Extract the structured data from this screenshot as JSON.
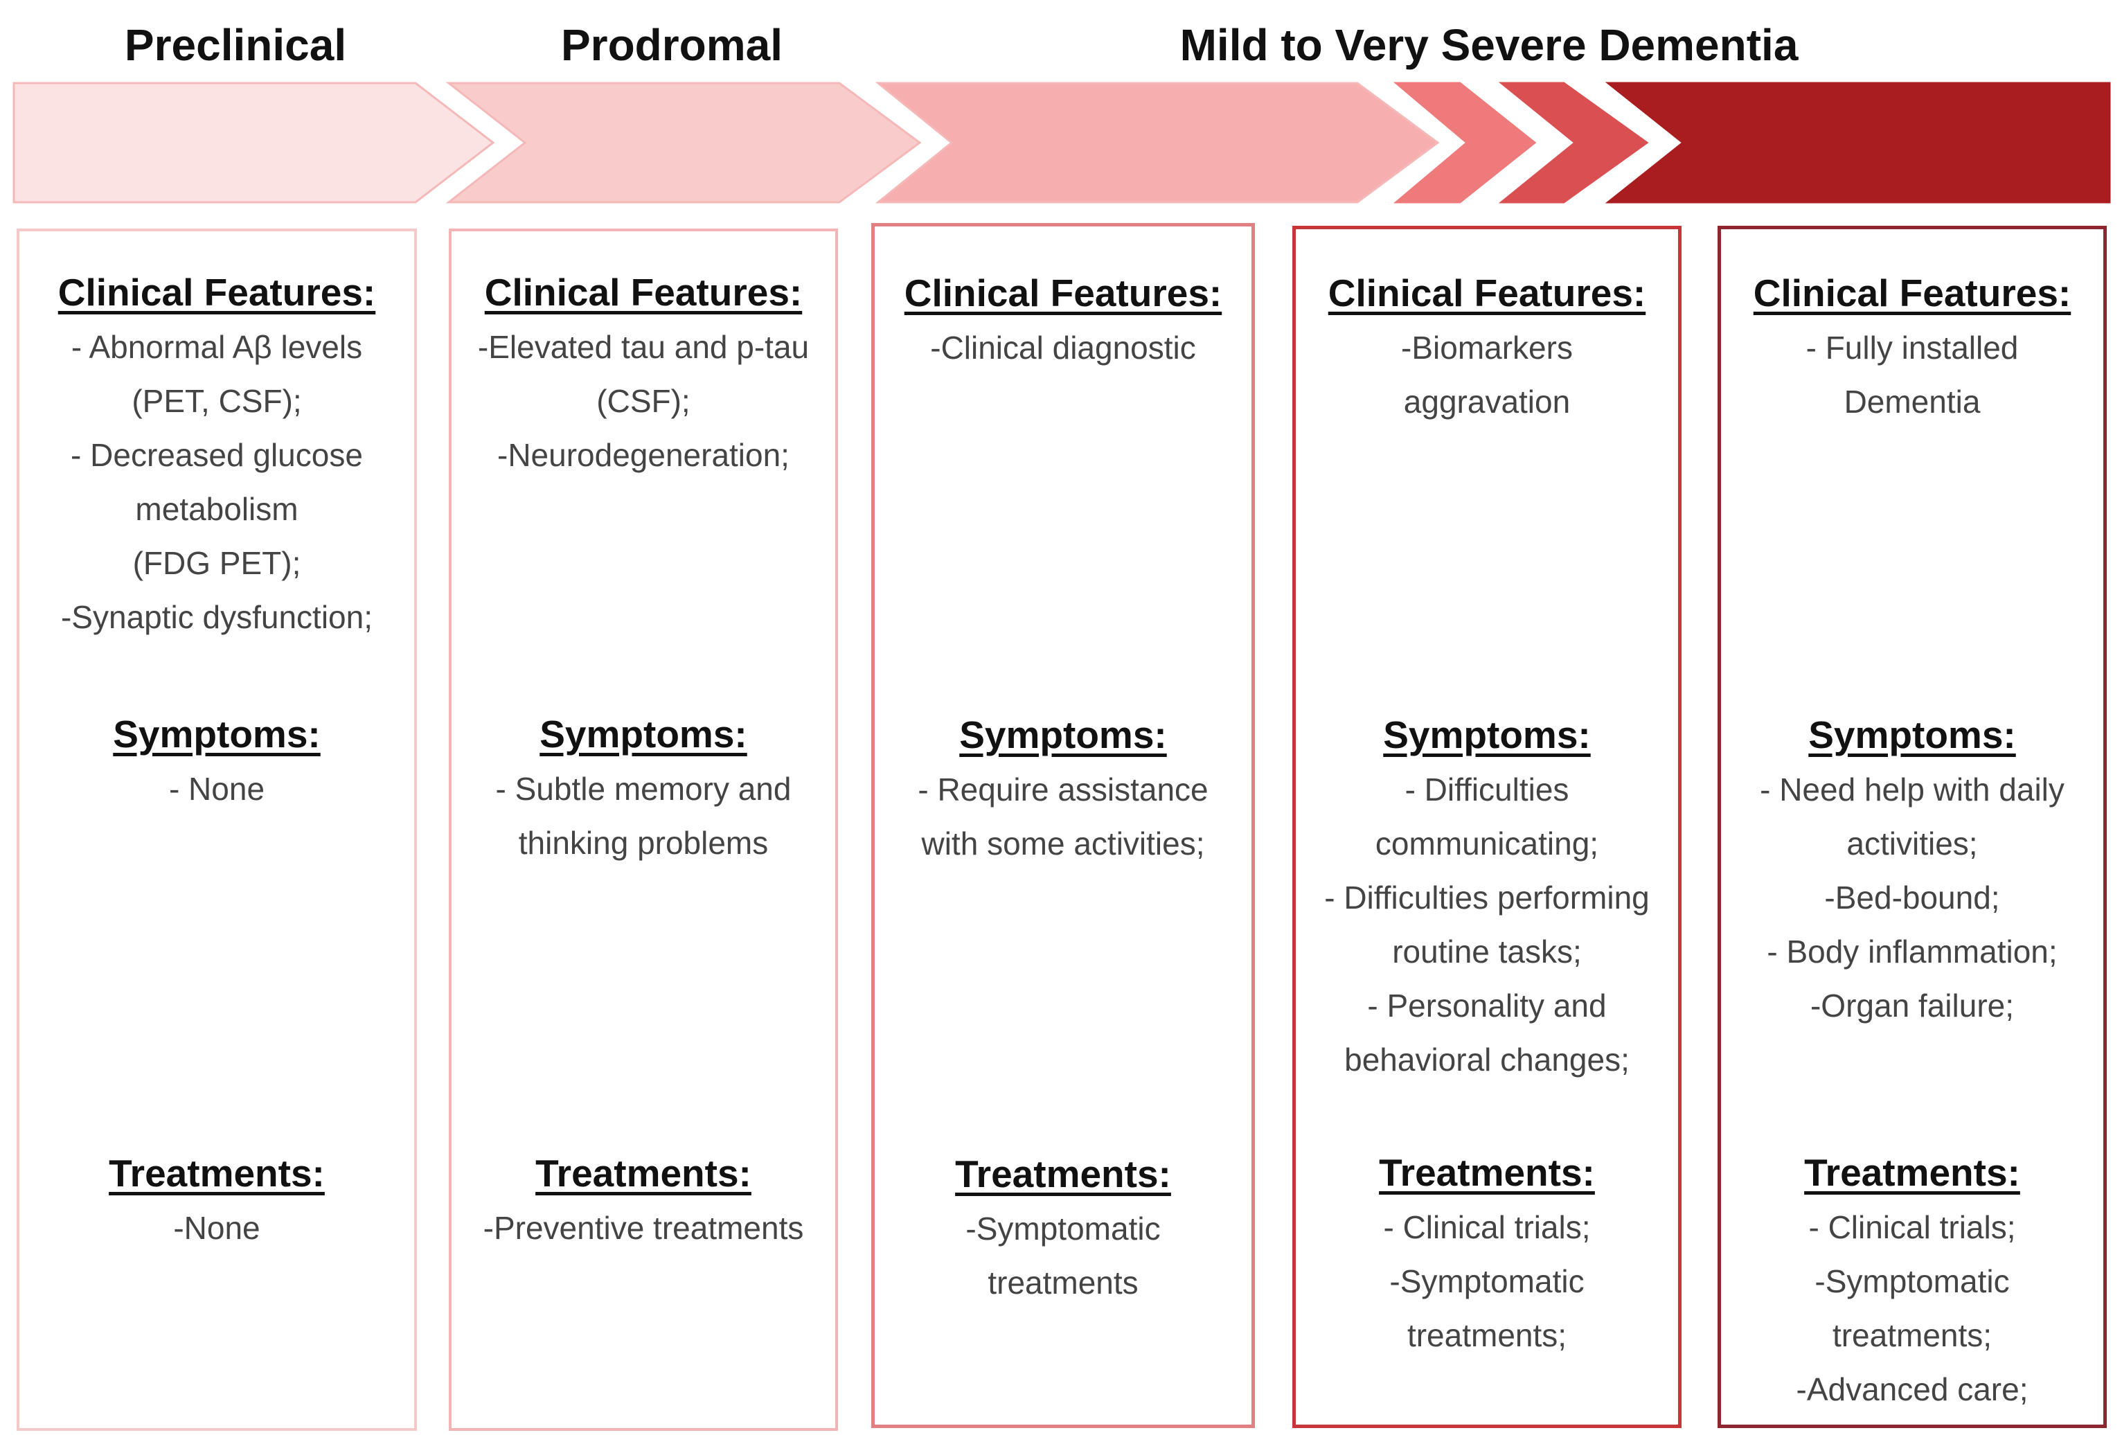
{
  "stages": [
    {
      "title": "Preclinical"
    },
    {
      "title": "Prodromal"
    },
    {
      "title": "Mild to Very Severe Dementia"
    }
  ],
  "colors": {
    "chevrons": [
      "#fce3e3",
      "#f9cccc",
      "#f7aeae",
      "#ee7a7c",
      "#d94f52",
      "#a91d20"
    ],
    "panel_borders": [
      "#f6c9c9",
      "#f2b4b4",
      "#e27f81",
      "#c83539",
      "#8e2630"
    ]
  },
  "panels": [
    {
      "clinical_heading": "Clinical Features:",
      "clinical": [
        "- Abnormal Aβ levels",
        "(PET, CSF);",
        "- Decreased glucose",
        "metabolism",
        "(FDG PET);",
        "-Synaptic dysfunction;"
      ],
      "symptoms_heading": "Symptoms:",
      "symptoms": [
        "- None"
      ],
      "treatments_heading": "Treatments:",
      "treatments": [
        "-None"
      ]
    },
    {
      "clinical_heading": "Clinical Features:",
      "clinical": [
        "-Elevated tau and p-tau",
        "(CSF);",
        "-Neurodegeneration;"
      ],
      "symptoms_heading": "Symptoms:",
      "symptoms": [
        "- Subtle memory and",
        "thinking problems"
      ],
      "treatments_heading": "Treatments:",
      "treatments": [
        "-Preventive treatments"
      ]
    },
    {
      "clinical_heading": "Clinical Features:",
      "clinical": [
        "-Clinical diagnostic"
      ],
      "symptoms_heading": "Symptoms:",
      "symptoms": [
        "- Require assistance",
        "with some activities;"
      ],
      "treatments_heading": "Treatments:",
      "treatments": [
        "-Symptomatic",
        "treatments"
      ]
    },
    {
      "clinical_heading": "Clinical Features:",
      "clinical": [
        "-Biomarkers",
        "aggravation"
      ],
      "symptoms_heading": "Symptoms:",
      "symptoms": [
        "- Difficulties",
        "communicating;",
        "- Difficulties performing",
        "routine tasks;",
        "- Personality and",
        "behavioral changes;"
      ],
      "treatments_heading": "Treatments:",
      "treatments": [
        "- Clinical trials;",
        "-Symptomatic",
        "treatments;"
      ]
    },
    {
      "clinical_heading": "Clinical Features:",
      "clinical": [
        "- Fully installed",
        "Dementia"
      ],
      "symptoms_heading": "Symptoms:",
      "symptoms": [
        "- Need help with daily",
        "activities;",
        "-Bed-bound;",
        "- Body inflammation;",
        "-Organ failure;"
      ],
      "treatments_heading": "Treatments:",
      "treatments": [
        "- Clinical trials;",
        "-Symptomatic",
        "treatments;",
        "-Advanced care;"
      ]
    }
  ]
}
